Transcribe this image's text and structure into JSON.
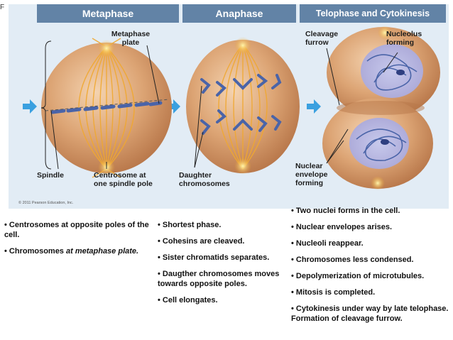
{
  "corner_mark": "F",
  "stages": {
    "metaphase": "Metaphase",
    "anaphase": "Anaphase",
    "telophase": "Telophase and Cytokinesis"
  },
  "labels": {
    "metaphase_plate": "Metaphase\nplate",
    "spindle": "Spindle",
    "centrosome": "Centrosome at\none spindle pole",
    "daughter_chromosomes": "Daughter\nchromosomes",
    "cleavage_furrow": "Cleavage\nfurrow",
    "nucleolus_forming": "Nucleolus\nforming",
    "nuclear_envelope_forming": "Nuclear\nenvelope\nforming"
  },
  "credit": "© 2011 Pearson Education, Inc.",
  "notes": {
    "metaphase": [
      "• Centrosomes at opposite poles of the cell.",
      "• Chromosomes at metaphase plate."
    ],
    "anaphase": [
      "• Shortest phase.",
      "• Cohesins are cleaved.",
      "• Sister chromatids separates.",
      "• Daugther chromosomes moves towards opposite poles.",
      "• Cell elongates."
    ],
    "telophase": [
      "• Two nuclei forms in the cell.",
      "• Nuclear envelopes arises.",
      "• Nucleoli reappear.",
      "• Chromosomes less condensed.",
      "• Depolymerization of microtubules.",
      "• Mitosis is completed.",
      "• Cytokinesis under way by late telophase. Formation of cleavage furrow."
    ]
  },
  "colors": {
    "panel_bg": "#e2ecf5",
    "header_bar": "#6283a6",
    "cell_fill": "#d69a6a",
    "spindle_fiber": "#f0a830",
    "chromosome": "#4a64a8",
    "arrow": "#3aa0e0"
  },
  "icons": [
    "arrow-right-icon"
  ]
}
